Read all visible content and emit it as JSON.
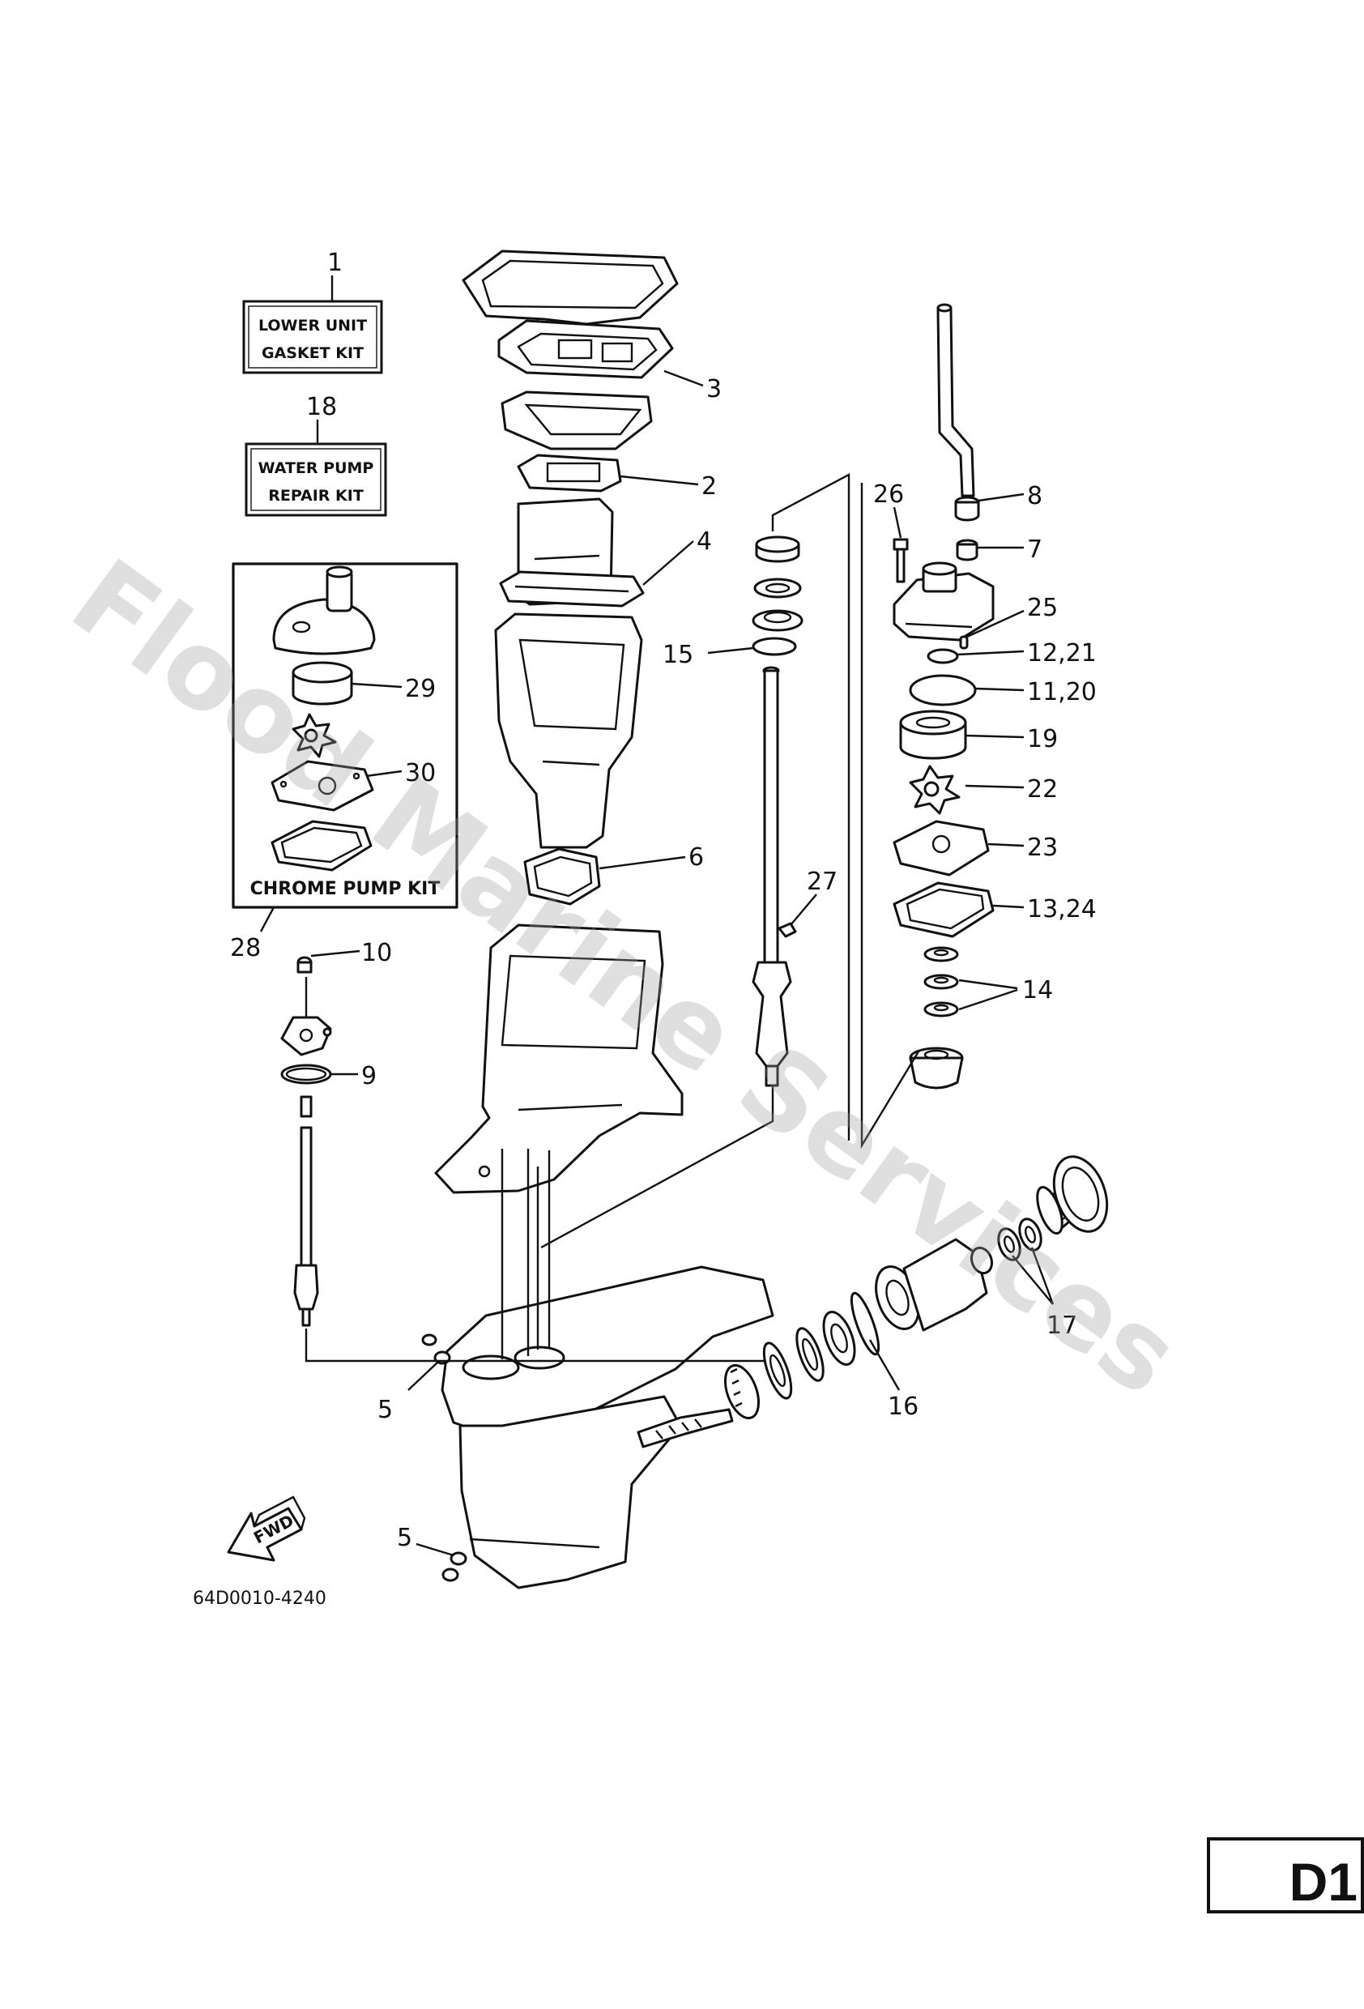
{
  "watermark": "Flood Marine Services",
  "page_id": "D1",
  "drawing_code": "64D0010-4240",
  "fwd_label": "FWD",
  "kits": {
    "lower_unit": {
      "number": "1",
      "line1": "LOWER UNIT",
      "line2": "GASKET KIT"
    },
    "water_pump": {
      "number": "18",
      "line1": "WATER PUMP",
      "line2": "REPAIR KIT"
    },
    "chrome_pump": {
      "number": "28",
      "label": "CHROME PUMP KIT"
    }
  },
  "callouts": {
    "c2": "2",
    "c3": "3",
    "c4": "4",
    "c5_upper": "5",
    "c5_lower": "5",
    "c6": "6",
    "c7": "7",
    "c8": "8",
    "c9": "9",
    "c10": "10",
    "c11_20": "11,20",
    "c12_21": "12,21",
    "c13_24": "13,24",
    "c14": "14",
    "c15": "15",
    "c16": "16",
    "c17": "17",
    "c19": "19",
    "c22": "22",
    "c23": "23",
    "c25": "25",
    "c26": "26",
    "c27": "27",
    "c29": "29",
    "c30": "30"
  },
  "colors": {
    "line": "#111111",
    "paper": "#ffffff",
    "watermark": "#9a9a9a"
  }
}
